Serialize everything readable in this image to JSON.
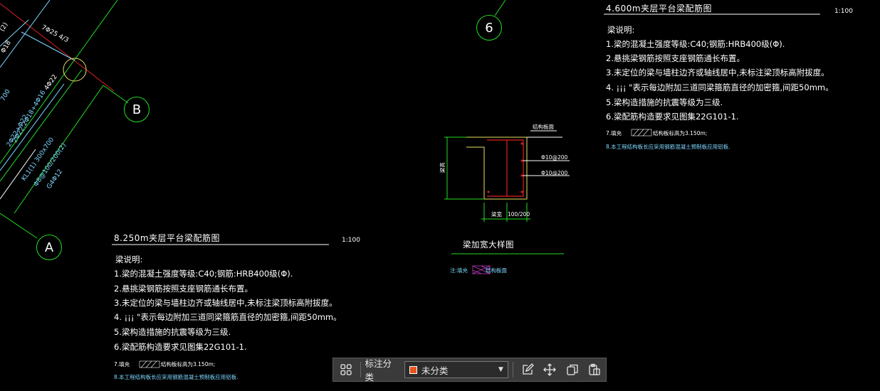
{
  "drawing": {
    "plan_left": {
      "title": "8.250m夹层平台梁配筋图",
      "scale": "1:100",
      "notes_title": "梁说明:",
      "notes": [
        "1.梁的混凝土强度等级:C40;钢筋:HRB400级(Φ).",
        "2.悬挑梁钢筋按照支座钢筋通长布置。",
        "3.未定位的梁与墙柱边齐或轴线居中,未标注梁顶标高附拔度。",
        "4. ¡¡¡ \"表示每边附加三道同梁箍筋直径的加密箍,间距50mm。",
        "5.梁构造措施的抗震等级为三级.",
        "6.梁配筋构造要求见图集22G101-1."
      ],
      "note7_prefix": "7.填充",
      "note7_text": "结构板标高为3.150m;",
      "note8": "8.本工程结构板长应采用钢筋混凝土预制板应用铝板."
    },
    "plan_right": {
      "title": "4.600m夹层平台梁配筋图",
      "scale": "1:100",
      "notes_title": "梁说明:",
      "notes": [
        "1.梁的混凝土强度等级:C40;钢筋:HRB400级(Φ).",
        "2.悬挑梁钢筋按照支座钢筋通长布置。",
        "3.未定位的梁与墙柱边齐或轴线居中,未标注梁顶标高附拔度。",
        "4. ¡¡¡ \"表示每边附加三道同梁箍筋直径的加密箍,间距50mm。",
        "5.梁构造措施的抗震等级为三级.",
        "6.梁配筋构造要求见图集22G101-1."
      ],
      "note7_prefix": "7.填充",
      "note7_text": "结构板标高为3.150m;",
      "note8": "8.本工程结构板长应采用钢筋混凝土预制板应用铝板."
    },
    "detail": {
      "title": "梁加宽大样图",
      "rebar_1": "Φ10@200",
      "rebar_2": "Φ10@200",
      "dim_height": "梁高",
      "dim_left": "梁宽",
      "dim_right": "100/200",
      "top_label": "结构板面",
      "legend_prefix": "注:填充",
      "legend_text": "结构板面"
    },
    "grid_labels": {
      "six": "6",
      "b": "B",
      "a": "A"
    },
    "beam_labels": {
      "l1": "7Φ25 4/3",
      "l2": "4Φ22",
      "l3": "KL1(1) 300x700",
      "l4": "Φ8@100/200(2)",
      "l5": "2Φ22;2Φ18+4Φ16",
      "l6": "G4Φ12",
      "l7": "2Φ22+Φ22",
      "l8": "Φ18",
      "l9": "(2)",
      "l10": "700"
    }
  },
  "toolbar": {
    "grid_icon": "grid-icon",
    "label": "标注分类",
    "select_value": "未分类",
    "swatch_color": "#e8531e",
    "icons": [
      "edit-icon",
      "move-icon",
      "copy-icon",
      "paste-icon"
    ]
  },
  "colors": {
    "background": "#000000",
    "grid_line": "#22dd22",
    "axis_red": "#e02020",
    "annotation_cyan": "#7fd7ff",
    "beam_yellow": "#e8e060"
  }
}
